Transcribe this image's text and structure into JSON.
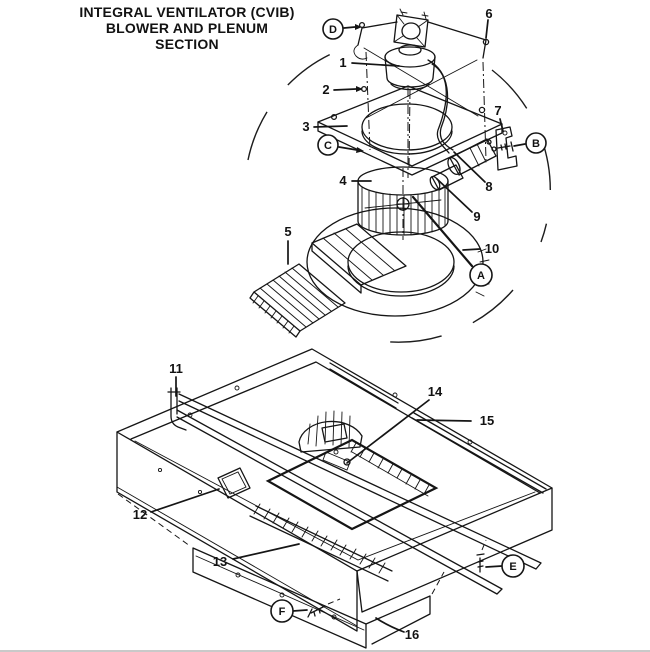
{
  "title": {
    "line1": "INTEGRAL VENTILATOR (CVIB)",
    "line2": "BLOWER AND PLENUM",
    "line3": "SECTION"
  },
  "colors": {
    "ink": "#121212",
    "paper": "#ffffff"
  },
  "callouts": {
    "n1": {
      "label": "1"
    },
    "n2": {
      "label": "2"
    },
    "n3": {
      "label": "3"
    },
    "n4": {
      "label": "4"
    },
    "n5": {
      "label": "5"
    },
    "n6": {
      "label": "6"
    },
    "n7": {
      "label": "7"
    },
    "n8": {
      "label": "8"
    },
    "n9": {
      "label": "9"
    },
    "n10": {
      "label": "10"
    },
    "n11": {
      "label": "11"
    },
    "n12": {
      "label": "12"
    },
    "n13": {
      "label": "13"
    },
    "n14": {
      "label": "14"
    },
    "n15": {
      "label": "15"
    },
    "n16": {
      "label": "16"
    }
  },
  "balloons": {
    "a": {
      "label": "A"
    },
    "b": {
      "label": "B"
    },
    "c": {
      "label": "C"
    },
    "d": {
      "label": "D"
    },
    "e": {
      "label": "E"
    },
    "f": {
      "label": "F"
    }
  }
}
